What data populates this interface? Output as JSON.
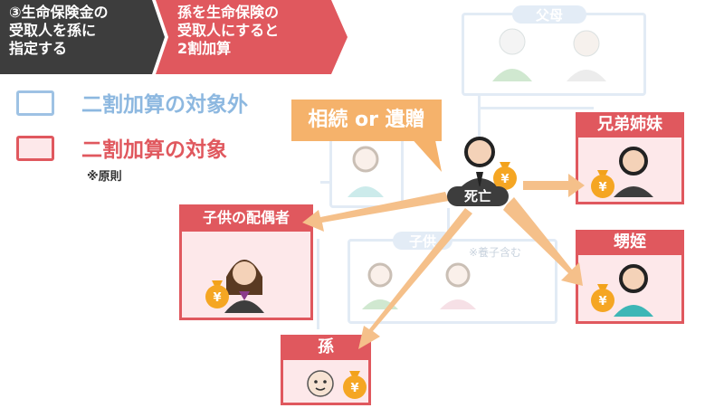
{
  "header": {
    "step_text": "③生命保険金の\n受取人を孫に\n指定する",
    "result_text": "孫を生命保険の\n受取人にすると\n2割加算"
  },
  "legend": {
    "not_target": "二割加算の対象外",
    "target": "二割加算の対象",
    "note": "※原則"
  },
  "callout": {
    "text": "相続 or 遺贈"
  },
  "deceased": {
    "label": "死亡"
  },
  "family": {
    "parents": "父母",
    "children": "子供",
    "adoption_note": "※養子含む",
    "siblings": "兄弟姉妹",
    "nephew_niece": "甥姪",
    "child_spouse": "子供の配偶者",
    "grandchild": "孫"
  },
  "icons": {
    "money_bag_symbol": "¥"
  },
  "colors": {
    "accent_red": "#e0585e",
    "dark": "#3d3d3d",
    "orange": "#f5b26b",
    "faded_blue": "#9ec2e4"
  }
}
